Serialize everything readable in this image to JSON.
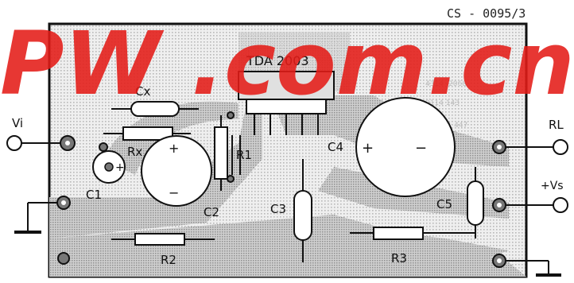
{
  "header": {
    "code": "CS - 0095/3"
  },
  "ic": {
    "name": "TDA 2003"
  },
  "pcb_notes": [
    "4314 -2068",
    "9114 143",
    "12/18/83 4 21 447"
  ],
  "labels": {
    "vi": "Vi",
    "cx": "Cx",
    "rx": "Rx",
    "r1": "R1",
    "c1": "C1",
    "c2": "C2",
    "c3": "C3",
    "c4": "C4",
    "c5": "C5",
    "r2": "R2",
    "r3": "R3",
    "rl": "RL",
    "vs": "+Vs"
  },
  "polarity": {
    "plus": "+",
    "minus": "−"
  },
  "watermark": {
    "text": "PW .com.cn",
    "color": "#e41b17"
  },
  "colors": {
    "board": "#e9e9e9",
    "track": "#bdbdbd",
    "ink": "#111111"
  }
}
